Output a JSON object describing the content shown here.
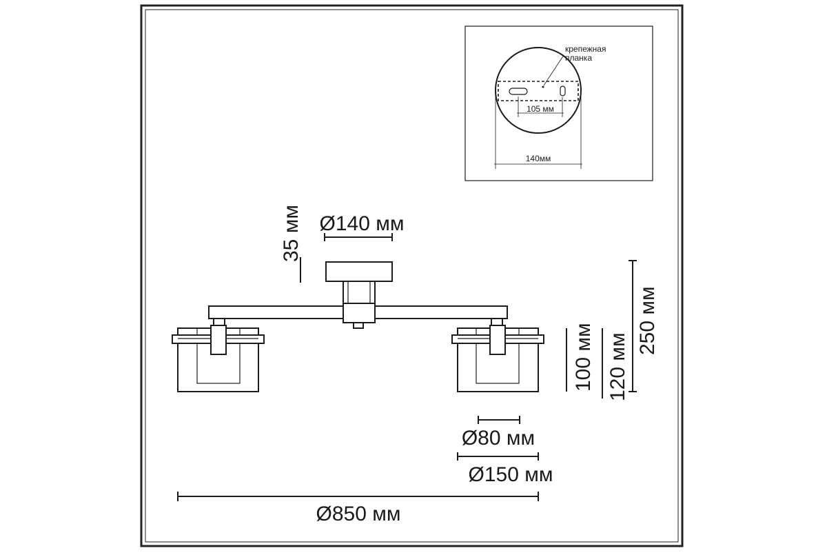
{
  "inset": {
    "label_line1": "крепежная",
    "label_line2": "планка",
    "dim_holes": "105 мм",
    "dim_base": "140мм"
  },
  "dimensions": {
    "canopy_height": "35 мм",
    "canopy_diameter": "Ø140 мм",
    "total_height": "250 мм",
    "shade_height_inner": "100 мм",
    "shade_height_outer": "120 мм",
    "shade_inner_diameter": "Ø80 мм",
    "shade_outer_diameter": "Ø150 мм",
    "total_width": "Ø850 мм"
  }
}
